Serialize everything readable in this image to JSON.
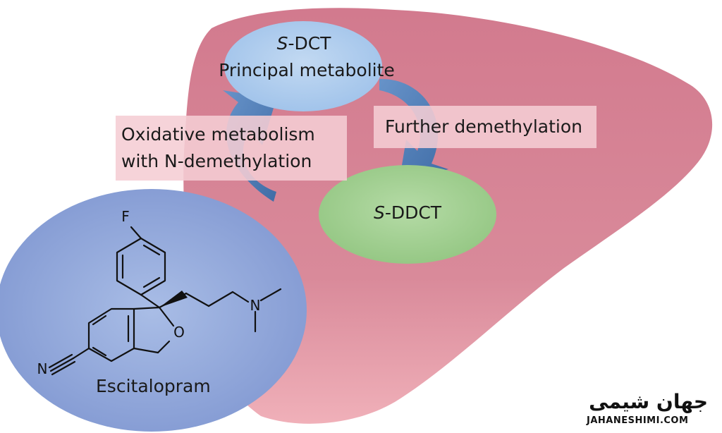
{
  "diagram": {
    "nodes": {
      "sdct": {
        "prefix": "S",
        "name": "-DCT",
        "subtitle": "Principal metabolite"
      },
      "sddct": {
        "prefix": "S",
        "name": "-DDCT"
      },
      "escitalopram": {
        "label": "Escitalopram"
      }
    },
    "edges": {
      "oxidative": {
        "line1": "Oxidative metabolism",
        "line2": "with N-demethylation"
      },
      "further": {
        "label": "Further demethylation"
      }
    },
    "molecule": {
      "atoms": {
        "fluorine": "F",
        "nitrogen_amine": "N",
        "oxygen": "O",
        "nitrogen_nitrile": "N"
      }
    }
  },
  "logo": {
    "fa": "جهان شیمی",
    "en": "JAHANESHIMI.COM"
  },
  "colors": {
    "liver": "#d98a9a",
    "escitalopram_circle": "#8fa6d8",
    "sdct_ellipse": "#a9c8ec",
    "sddct_ellipse": "#9cca8a",
    "arrow": "#3f79b5",
    "label_box": "#f5cdd4"
  }
}
